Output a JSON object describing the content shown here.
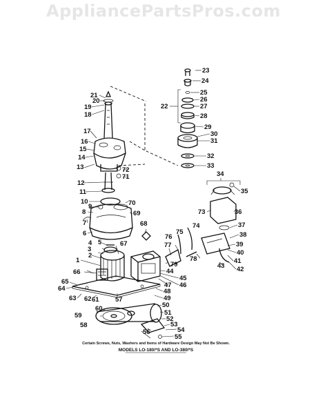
{
  "banner": {
    "text": "AppliancePartsPros.com"
  },
  "footnote": {
    "text": "Certain Screws, Nuts, Washers and Items of Hardware Design May Not Be Shown."
  },
  "models": {
    "text": "MODELS LO-180/*S AND LO-380/*S"
  },
  "callouts": {
    "c1": "1",
    "c2": "2",
    "c3": "3",
    "c4": "4",
    "c5": "5",
    "c6": "6",
    "c7": "7",
    "c8": "8",
    "c9": "9",
    "c10": "10",
    "c11": "11",
    "c12": "12",
    "c13": "13",
    "c14": "14",
    "c15": "15",
    "c16": "16",
    "c17": "17",
    "c18": "18",
    "c19": "19",
    "c20": "20",
    "c21": "21",
    "c22": "22",
    "c23": "23",
    "c24": "24",
    "c25": "25",
    "c26": "26",
    "c27": "27",
    "c28": "28",
    "c29": "29",
    "c30": "30",
    "c31": "31",
    "c32": "32",
    "c33": "33",
    "c34": "34",
    "c35": "35",
    "c36": "36",
    "c37": "37",
    "c38": "38",
    "c39": "39",
    "c40": "40",
    "c41": "41",
    "c42": "42",
    "c43": "43",
    "c44": "44",
    "c45": "45",
    "c46": "46",
    "c47": "47",
    "c48": "48",
    "c49": "49",
    "c50": "50",
    "c51": "51",
    "c52": "52",
    "c53": "53",
    "c54": "54",
    "c55": "55",
    "c56": "56",
    "c57": "57",
    "c58": "58",
    "c59": "59",
    "c60": "60",
    "c61": "61",
    "c62": "62",
    "c63": "63",
    "c64": "64",
    "c65": "65",
    "c66": "66",
    "c67": "67",
    "c68": "68",
    "c69": "69",
    "c70": "70",
    "c71": "71",
    "c72": "72",
    "c73": "73",
    "c74": "74",
    "c75": "75",
    "c76": "76",
    "c77": "77",
    "c78": "78",
    "c79": "79"
  }
}
